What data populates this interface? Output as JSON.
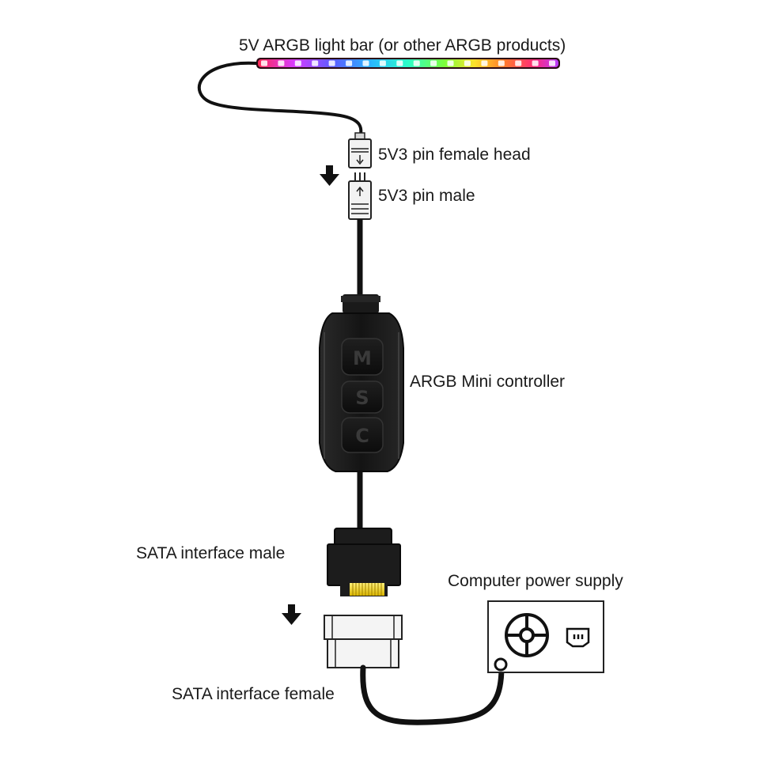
{
  "labels": {
    "light_bar": "5V ARGB light bar (or other ARGB products)",
    "female_head": "5V3 pin female head",
    "male_pin": "5V3 pin male",
    "controller": "ARGB Mini controller",
    "sata_male": "SATA interface male",
    "power_supply": "Computer power supply",
    "sata_female": "SATA interface female"
  },
  "controller_buttons": [
    "M",
    "S",
    "C"
  ],
  "led_colors": [
    "#ff2a6d",
    "#ff3df0",
    "#c23bff",
    "#6d4bff",
    "#3f7bff",
    "#2aa8ff",
    "#25d6ff",
    "#2cffd6",
    "#3bff8a",
    "#8cff3b",
    "#d8ff2c",
    "#ffe12a",
    "#ffa52a",
    "#ff6a2a",
    "#ff2a3b",
    "#ff2a8a",
    "#e33bff",
    "#7d3bff"
  ],
  "icons": {
    "arrow_1": "down-arrow-icon",
    "arrow_2": "down-arrow-icon",
    "psu_fan": "fan-icon",
    "psu_socket": "power-socket-icon"
  }
}
